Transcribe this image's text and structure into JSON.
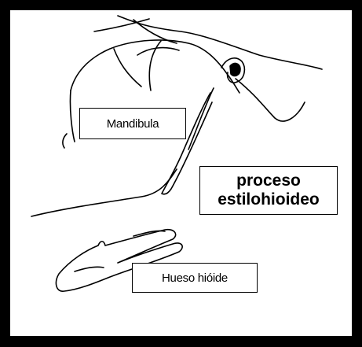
{
  "labels": {
    "mandibula": "Mandibula",
    "proceso_line1": "proceso",
    "proceso_line2": "estilohioideo",
    "hueso": "Hueso hióide"
  }
}
